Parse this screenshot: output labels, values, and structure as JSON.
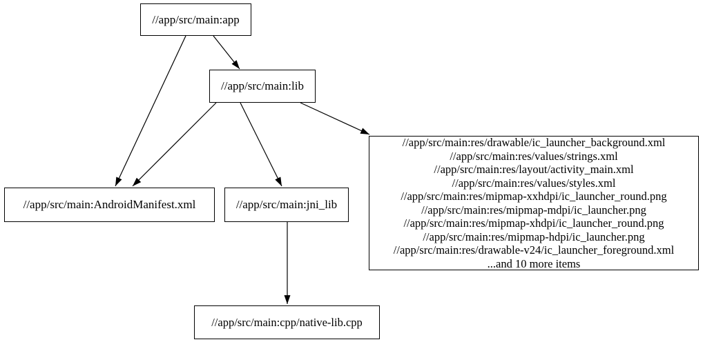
{
  "diagram": {
    "type": "directed-graph",
    "background_color": "#ffffff",
    "node_border_color": "#000000",
    "edge_color": "#000000",
    "text_color": "#000000"
  },
  "nodes": {
    "app": {
      "label": "//app/src/main:app"
    },
    "lib": {
      "label": "//app/src/main:lib"
    },
    "manifest": {
      "label": "//app/src/main:AndroidManifest.xml"
    },
    "jni_lib": {
      "label": "//app/src/main:jni_lib"
    },
    "res": {
      "lines": [
        "//app/src/main:res/drawable/ic_launcher_background.xml",
        "//app/src/main:res/values/strings.xml",
        "//app/src/main:res/layout/activity_main.xml",
        "//app/src/main:res/values/styles.xml",
        "//app/src/main:res/mipmap-xxhdpi/ic_launcher_round.png",
        "//app/src/main:res/mipmap-mdpi/ic_launcher.png",
        "//app/src/main:res/mipmap-xhdpi/ic_launcher_round.png",
        "//app/src/main:res/mipmap-hdpi/ic_launcher.png",
        "//app/src/main:res/drawable-v24/ic_launcher_foreground.xml",
        "...and 10 more items"
      ]
    },
    "native_cpp": {
      "label": "//app/src/main:cpp/native-lib.cpp"
    }
  },
  "edges": [
    {
      "from": "//app/src/main:app",
      "to": "//app/src/main:AndroidManifest.xml"
    },
    {
      "from": "//app/src/main:app",
      "to": "//app/src/main:lib"
    },
    {
      "from": "//app/src/main:lib",
      "to": "//app/src/main:AndroidManifest.xml"
    },
    {
      "from": "//app/src/main:lib",
      "to": "//app/src/main:jni_lib"
    },
    {
      "from": "//app/src/main:lib",
      "to": "//app/src/main:res (resource files group)"
    },
    {
      "from": "//app/src/main:jni_lib",
      "to": "//app/src/main:cpp/native-lib.cpp"
    }
  ]
}
